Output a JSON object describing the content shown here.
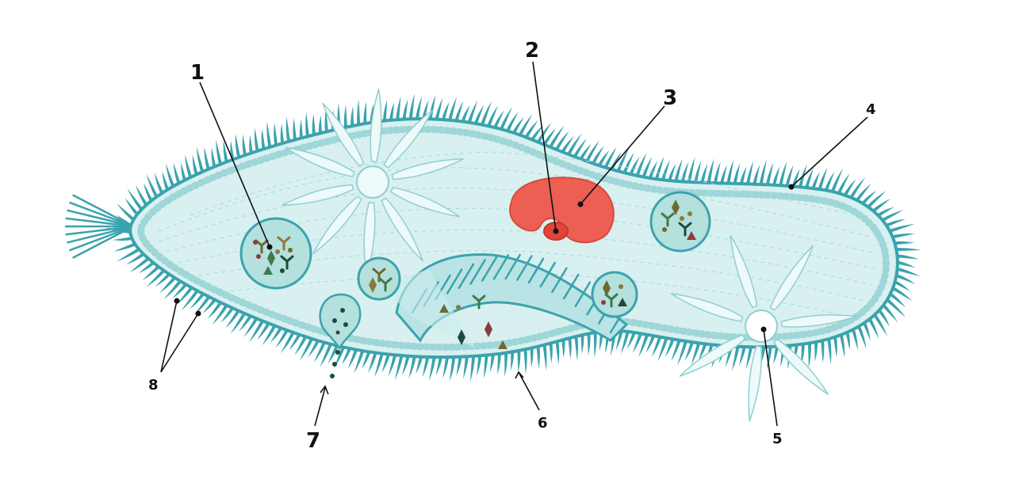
{
  "diagram": {
    "colors": {
      "background": "#ffffff",
      "body_fill": "#d8f0f0",
      "body_outline": "#3aa3ad",
      "cilia": "#3aa3ad",
      "ectoplasm_band": "#bfe6e8",
      "macronucleus": "#ec5f52",
      "micronucleus": "#e2443a",
      "contractile_vacuole": "#ecf9f9",
      "food_vacuole": "#b4e0dd",
      "food_particles": [
        "#6b6a2e",
        "#8a7a3a",
        "#3f7a4a",
        "#1f4a3a",
        "#8c3a3a"
      ],
      "label": "#111111"
    },
    "icons": {
      "contractile_vacuole_1": "star-vacuole-icon",
      "contractile_vacuole_2": "star-vacuole-icon",
      "macronucleus": "kidney-nucleus-icon",
      "micronucleus": "small-nucleus-icon",
      "food_vacuoles": "food-vacuole-icon",
      "oral_groove": "oral-groove-icon",
      "anal_pore": "anal-pore-icon"
    },
    "labels": [
      {
        "id": "1",
        "text": "1"
      },
      {
        "id": "2",
        "text": "2"
      },
      {
        "id": "3",
        "text": "3"
      },
      {
        "id": "4",
        "text": "4"
      },
      {
        "id": "5",
        "text": "5"
      },
      {
        "id": "6",
        "text": "6"
      },
      {
        "id": "7",
        "text": "7"
      },
      {
        "id": "8",
        "text": "8"
      }
    ]
  }
}
